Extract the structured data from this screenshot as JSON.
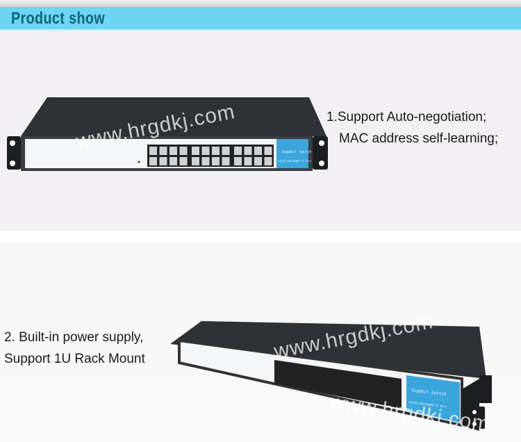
{
  "header": {
    "title": "Product show"
  },
  "colors": {
    "header_bg": "#6dd5f1",
    "header_text": "#0b6375",
    "panel_bg": "#f2f0f2"
  },
  "section1": {
    "lines": [
      "1.Support Auto-negotiation;",
      "MAC address self-learning;"
    ]
  },
  "section2": {
    "lines": [
      "2. Built-in power supply,",
      "Support 1U Rack Mount"
    ]
  },
  "product": {
    "label_title": "Gigabit switch",
    "label_sub": "24X10/100/1000M TP Port"
  },
  "watermark": "www.hrgdkj.com"
}
